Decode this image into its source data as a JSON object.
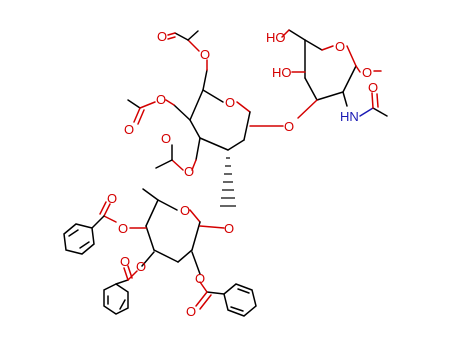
{
  "colors": {
    "carbon_bond": "#000000",
    "oxygen": "#d40000",
    "nitrogen": "#1a1ab4",
    "background": "#ffffff"
  },
  "labels": {
    "ring_o_top_right": "O",
    "ring_o_center": "O",
    "ring_o_lower": "O",
    "anomeric_o_right": "O",
    "anomeric_methoxy": "O",
    "hydroxymethyl": "HO",
    "c4_hydroxyl": "HO",
    "acetamide_nh": "HN",
    "acetamide_carbonyl": "O",
    "glycosidic_link_left": "O",
    "glycosidic_link_mid": "O",
    "acetate_top_o": "O",
    "acetate_top_carbonyl": "O",
    "acetate_left_o": "O",
    "acetate_left_carbonyl": "O",
    "acetate_mid_o": "O",
    "acetate_mid_carbonyl": "O",
    "benzoate_top_o": "O",
    "benzoate_top_carbonyl": "O",
    "benzoate_mid_o": "O",
    "benzoate_mid_carbonyl": "O",
    "benzoate_right_o": "O",
    "benzoate_right_carbonyl": "O"
  }
}
